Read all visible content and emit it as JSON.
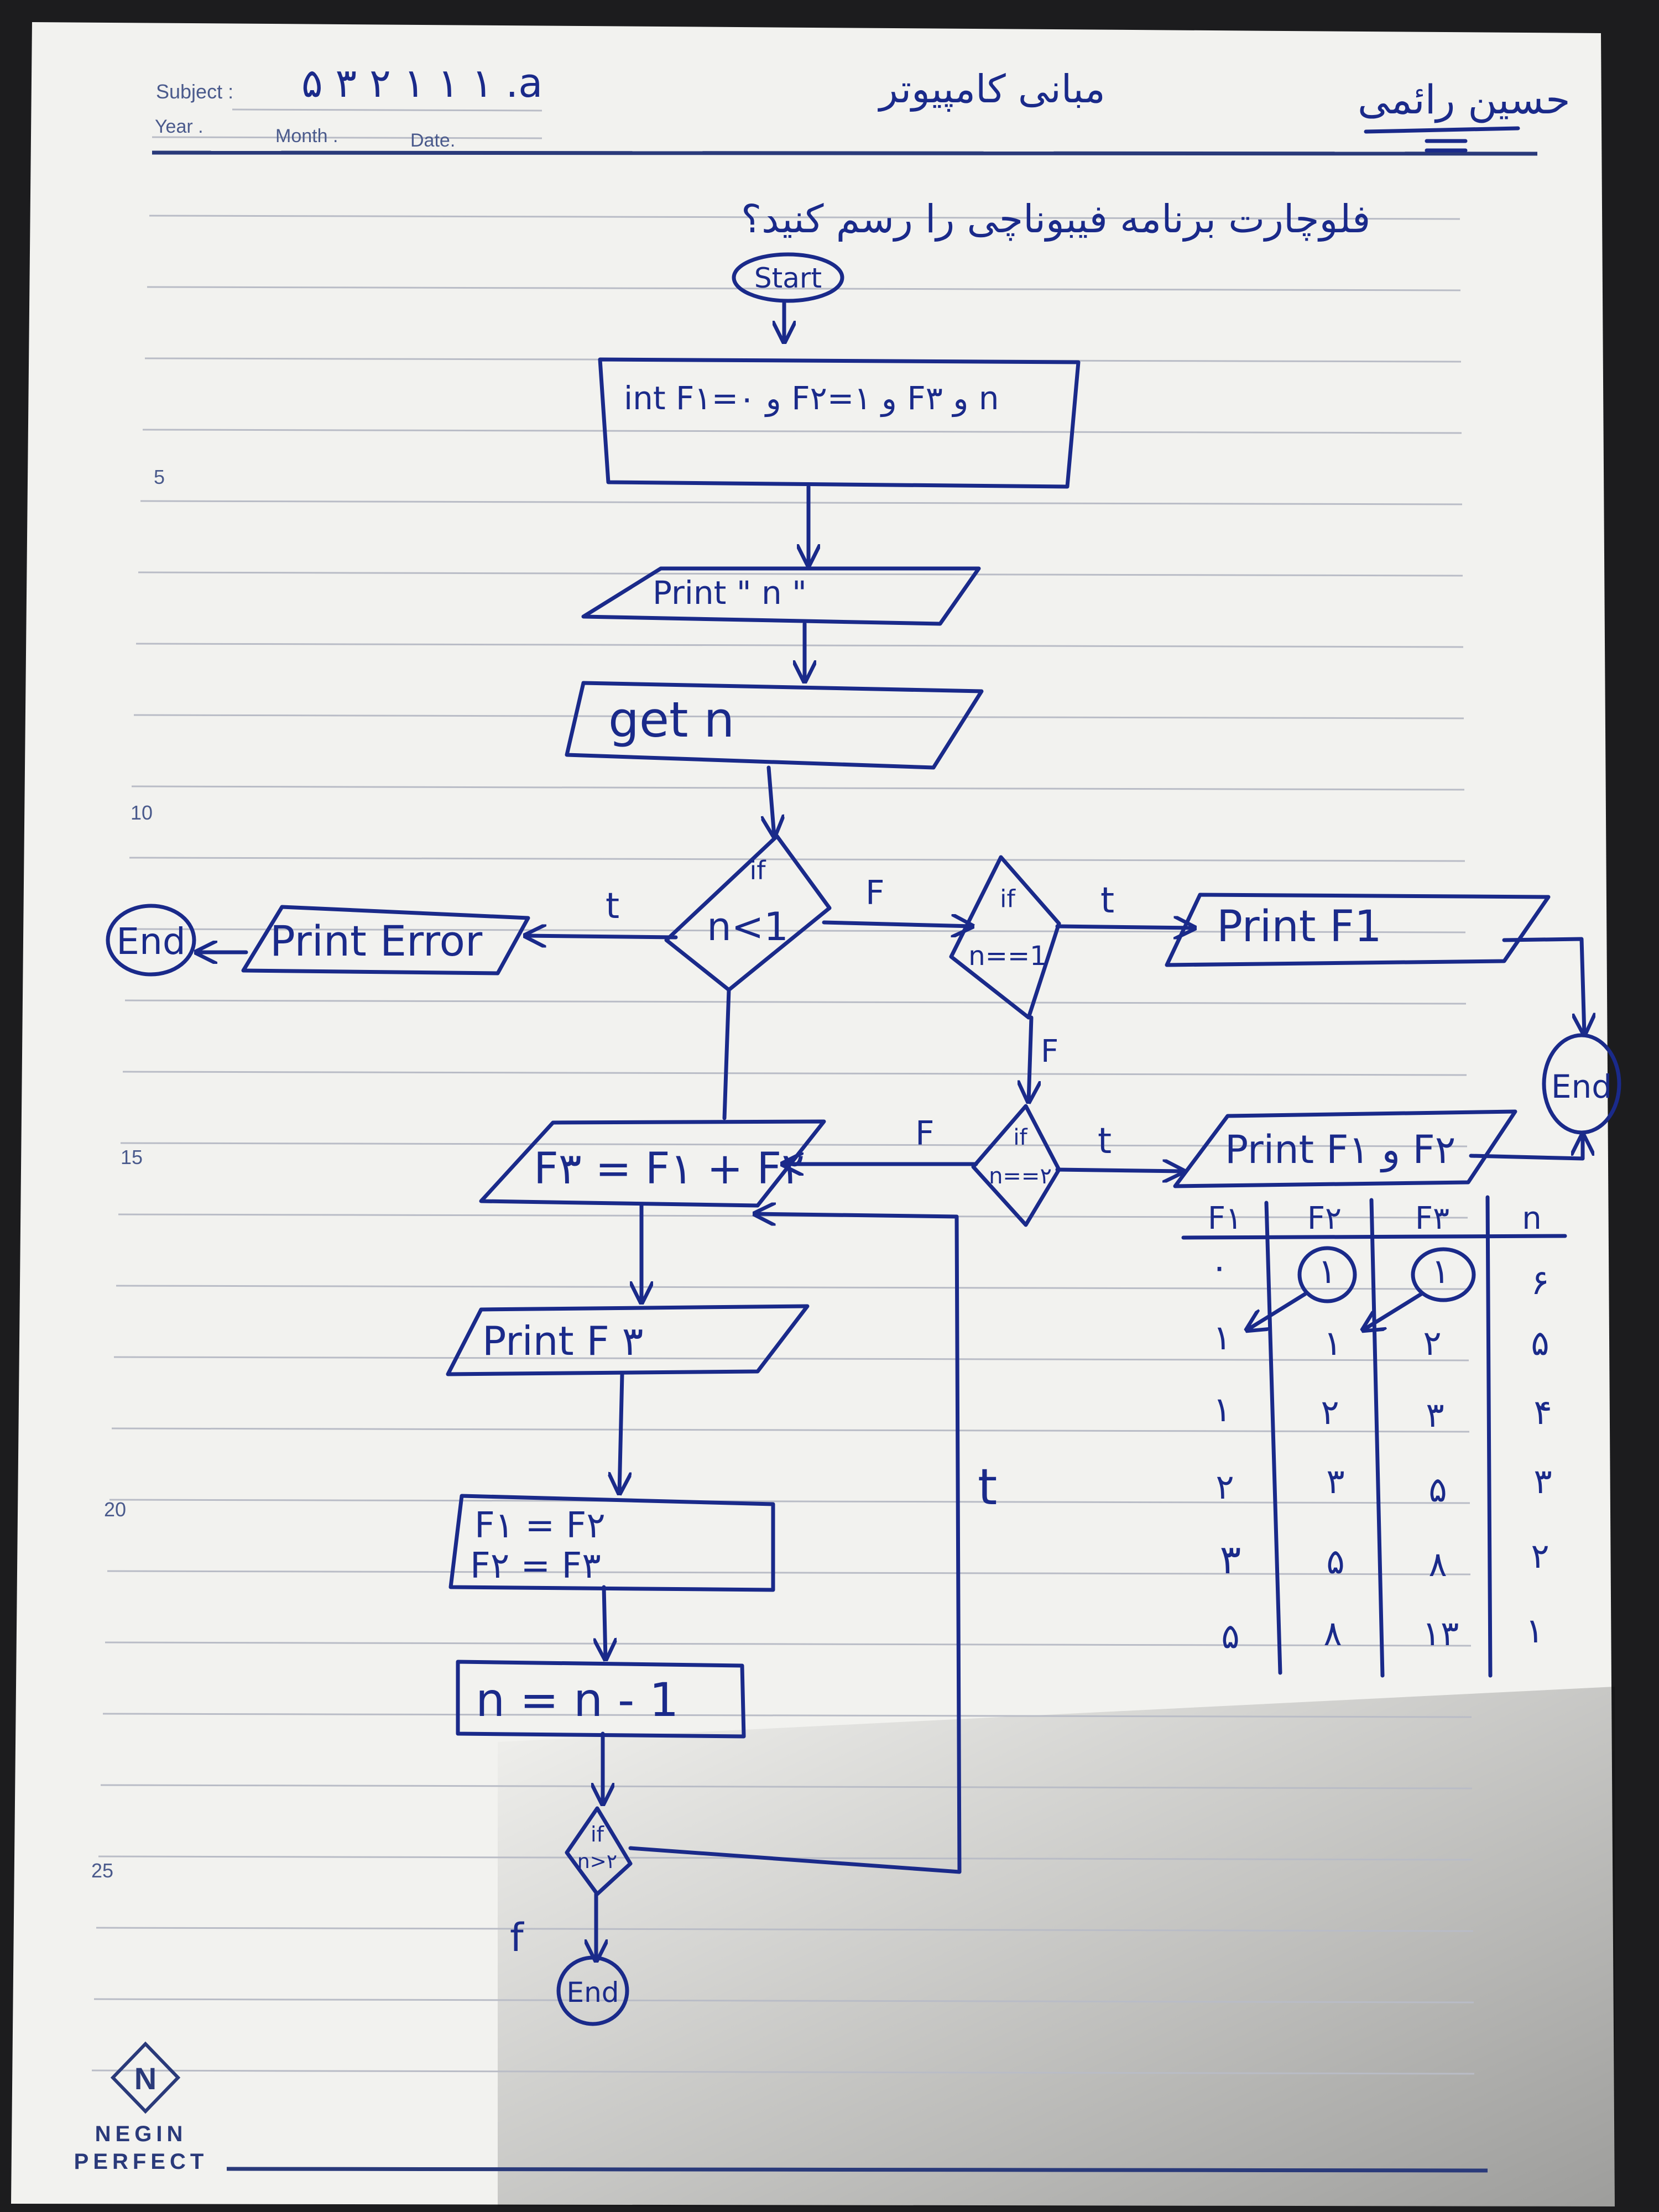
{
  "header": {
    "subject_label": "Subject :",
    "subject_value": "۵ ۳ ۲ ۱ ۱ ۱ .a",
    "year_label": "Year .",
    "month_label": "Month .",
    "date_label": "Date.",
    "course_title": "مبانی کامپیوتر",
    "author_name": "حسین رائمی"
  },
  "question": "فلوچارت برنامه فیبوناچی را رسم کنید؟",
  "line_numbers": [
    "5",
    "10",
    "15",
    "20",
    "25"
  ],
  "flowchart": {
    "start": "Start",
    "init": "int F۱=۰ و F۲=۱ و F۳ و n",
    "print_prompt": "Print \" n \"",
    "get_input": "get n",
    "cond1": "n<1",
    "cond1_if": "if",
    "print_error": "Print Error",
    "end_error": "End",
    "cond2": "n==1",
    "cond2_if": "if",
    "print_f1": "Print F1",
    "end_f1": "End",
    "cond3": "n==۲",
    "cond3_if": "if",
    "print_f1f2": "Print F۱ و F۲",
    "calc_f3": "F۳ = F۱ + F۲",
    "print_f3": "Print F ۳",
    "shift_line1": "F۱ = F۲",
    "shift_line2": "F۲ = F۳",
    "decrement": "n = n - 1",
    "cond4": "n>۲",
    "cond4_if": "if",
    "end_final": "End",
    "label_t": "t",
    "label_f": "F",
    "label_loop_t": "t",
    "label_exit_f": "f"
  },
  "trace_table": {
    "headers": [
      "F۱",
      "F۲",
      "F۳",
      "n"
    ],
    "rows": [
      [
        "۰",
        "۱",
        "۱",
        "۶"
      ],
      [
        "۱",
        "۱",
        "۲",
        "۵"
      ],
      [
        "۱",
        "۲",
        "۳",
        "۴"
      ],
      [
        "۲",
        "۳",
        "۵",
        "۳"
      ],
      [
        "۳",
        "۵",
        "۸",
        "۲"
      ],
      [
        "۵",
        "۸",
        "۱۳",
        "۱"
      ]
    ]
  },
  "brand": {
    "logo_letter": "N",
    "line1": "NEGIN",
    "line2": "PERFECT"
  },
  "colors": {
    "ink": "#1a2a8a",
    "paper": "#f2f2ef",
    "rule": "#b9bcc6",
    "background": "#1c1c1e"
  }
}
